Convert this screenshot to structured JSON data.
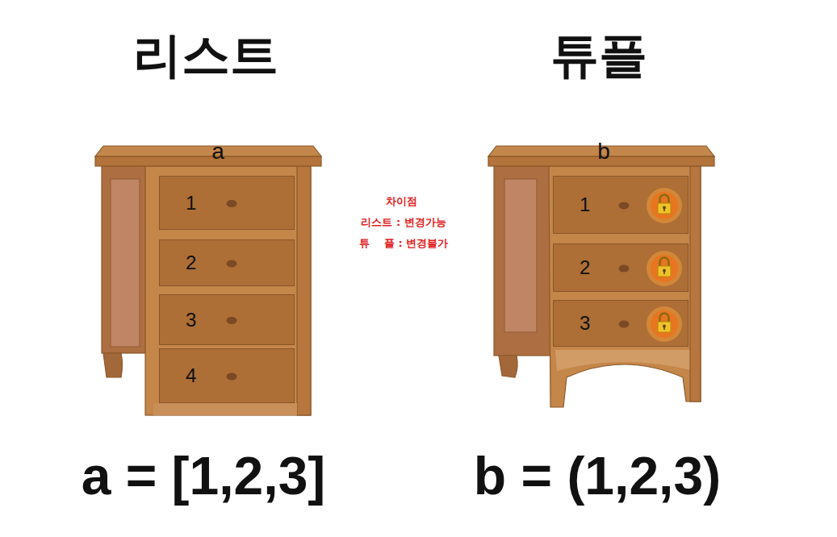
{
  "diagram": {
    "nodes": [
      {
        "text": [
          "a"
        ]
      },
      {
        "text": [
          "1"
        ],
        "in": 0
      },
      {
        "text": [
          "2"
        ],
        "in": 0
      },
      {
        "text": [
          "3"
        ],
        "in": 0
      },
      {
        "text": [
          "4"
        ],
        "in": 0
      },
      {
        "text": [
          "b"
        ]
      },
      {
        "text": [
          "1"
        ],
        "in": 5
      },
      {
        "text": [
          "2"
        ],
        "in": 5
      },
      {
        "text": [
          "3"
        ],
        "in": 5
      }
    ],
    "labels": [
      "리스트",
      "튜플",
      "차이점",
      "리스트 : 변경가능",
      "튜    플 : 변경불가",
      "a = [1,2,3]",
      "b = (1,2,3)"
    ]
  }
}
